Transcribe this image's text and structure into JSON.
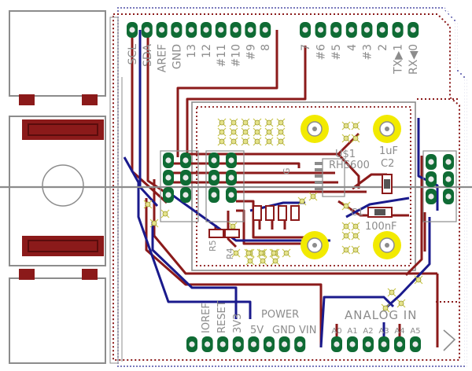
{
  "colors": {
    "background": "#ffffff",
    "copper_top": "#8b1a1a",
    "copper_bottom": "#1a1a8c",
    "pad_ring": "#0f6b34",
    "pad_hole": "#e9e9e9",
    "silkscreen": "#8c8c8c",
    "outline_dots": "#1a1a8c",
    "keepout_dots": "#8b1a1a",
    "via_fill": "#e5e38a",
    "mount_pad": "#f2ea00"
  },
  "digital_header": {
    "labels": [
      "SCL",
      "SDA",
      "AREF",
      "GND",
      "13",
      "12",
      "#11",
      "#10",
      "#9",
      "8",
      "7",
      "#6",
      "#5",
      "4",
      "#3",
      "2",
      "TX▶1",
      "RX◀0"
    ]
  },
  "power_header": {
    "title": "POWER",
    "labels": [
      "IOREF",
      "RESET",
      "3V3",
      "5V",
      "GND",
      "VIN"
    ]
  },
  "analog_header": {
    "title": "ANALOG IN",
    "labels": [
      "A0",
      "A1",
      "A2",
      "A3",
      "A4",
      "A5"
    ]
  },
  "components": {
    "u1_name": "U$1",
    "u1_part": "RHS600",
    "c1_name": "C1",
    "c1_value": "100nF",
    "c2_name": "C2",
    "c2_value": "1uF",
    "r4": "R4",
    "r5": "R5",
    "g_label": "G"
  }
}
